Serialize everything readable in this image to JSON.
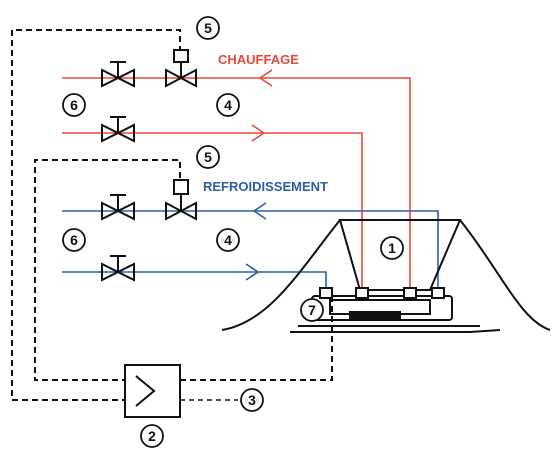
{
  "labels": {
    "heating": "CHAUFFAGE",
    "cooling": "REFROIDISSEMENT"
  },
  "callouts": {
    "n1": "1",
    "n2": "2",
    "n3": "3",
    "n4a": "4",
    "n4b": "4",
    "n5a": "5",
    "n5b": "5",
    "n6a": "6",
    "n6b": "6",
    "n7": "7"
  },
  "colors": {
    "heating": "#e8483b",
    "cooling": "#2e5ea8",
    "line": "#111111"
  }
}
